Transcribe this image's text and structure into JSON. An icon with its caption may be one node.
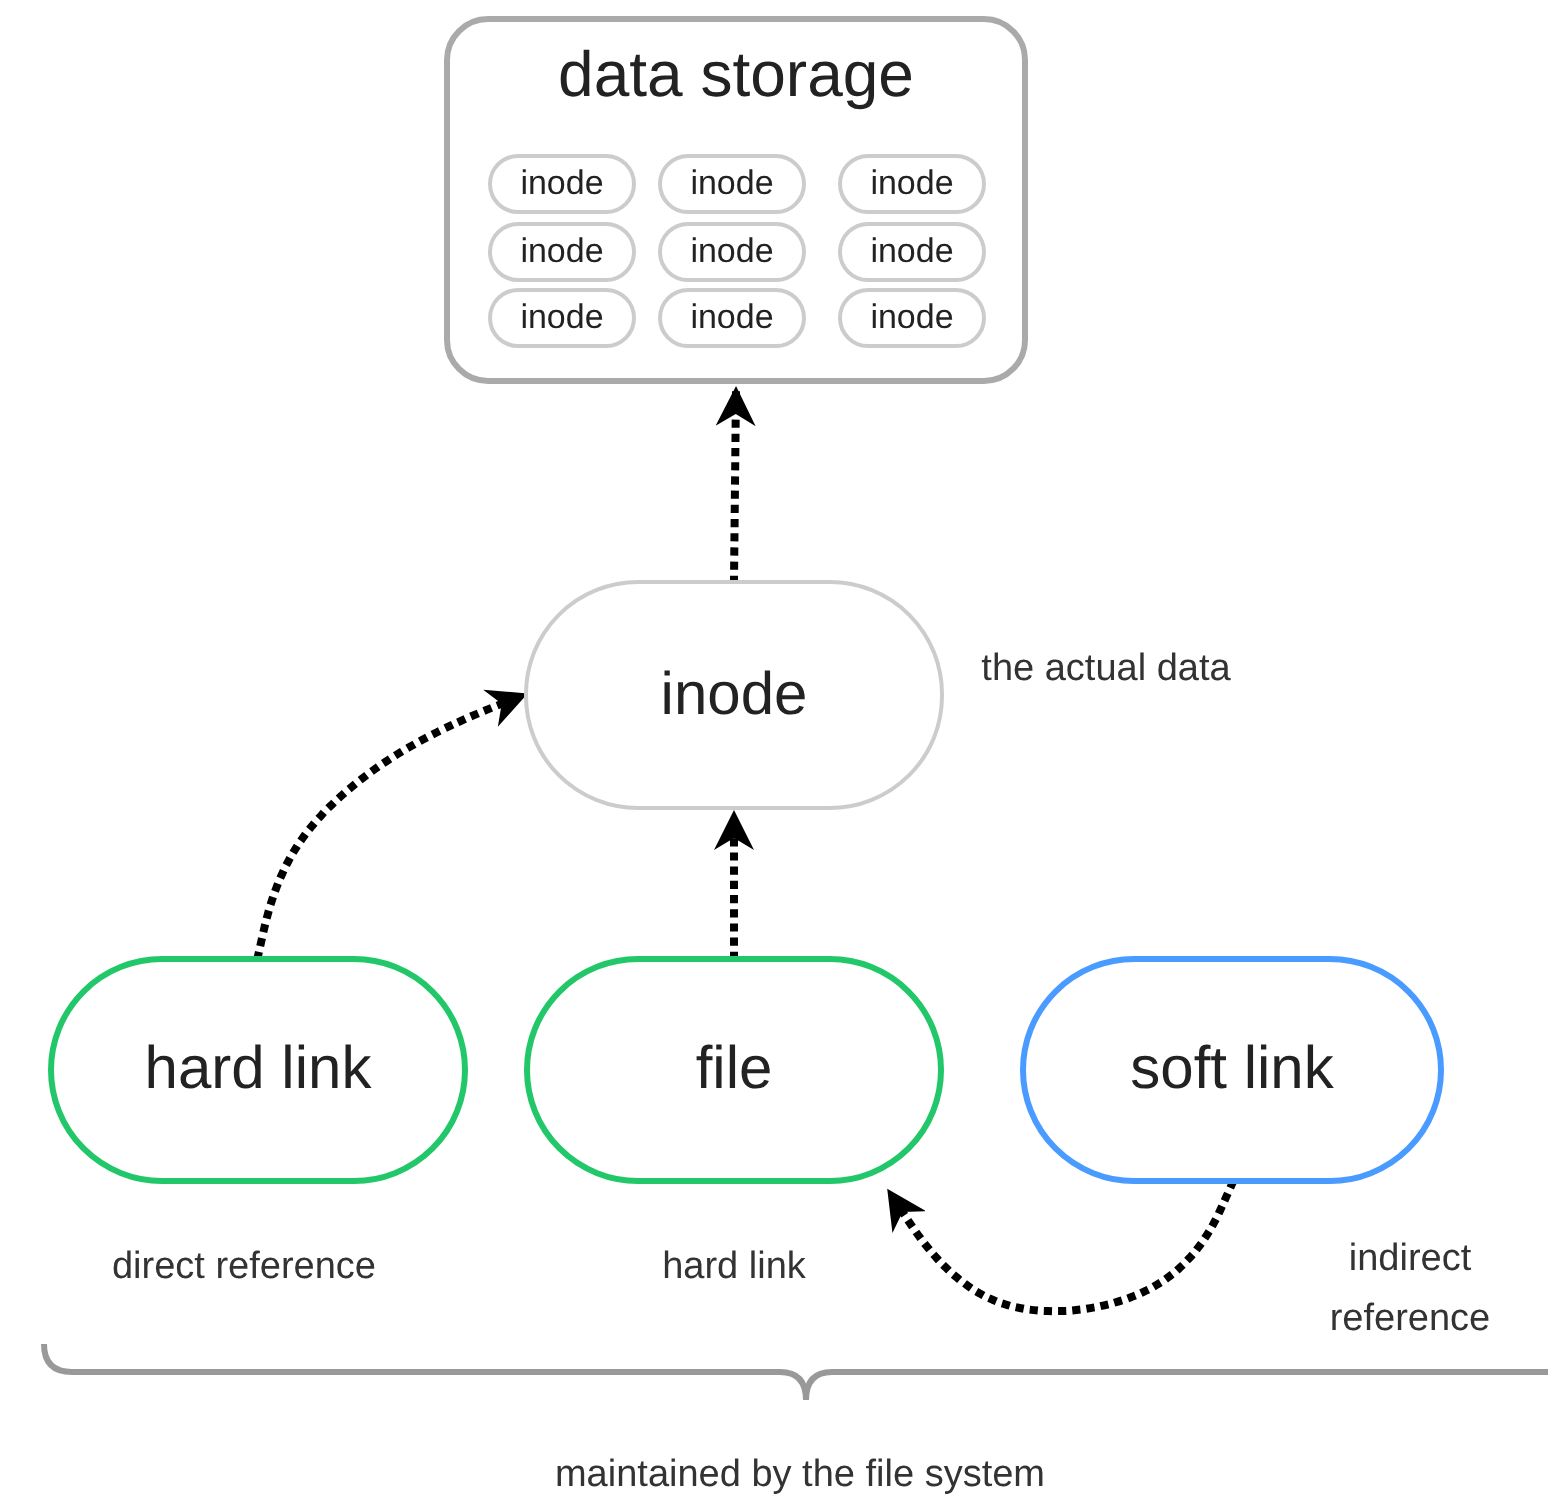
{
  "diagram": {
    "nodes": [
      {
        "text": [
          "data storage"
        ]
      },
      {
        "text": [
          "inode"
        ],
        "in": 0
      },
      {
        "text": [
          "inode"
        ],
        "in": 0
      },
      {
        "text": [
          "inode"
        ],
        "in": 0
      },
      {
        "text": [
          "inode"
        ],
        "in": 0
      },
      {
        "text": [
          "inode"
        ],
        "in": 0
      },
      {
        "text": [
          "inode"
        ],
        "in": 0
      },
      {
        "text": [
          "inode"
        ],
        "in": 0
      },
      {
        "text": [
          "inode"
        ],
        "in": 0
      },
      {
        "text": [
          "inode"
        ],
        "in": 0
      },
      {
        "text": [
          "inode"
        ],
        "beside": [
          "the actual data"
        ]
      },
      {
        "text": [
          "hard link"
        ],
        "beside": [
          "direct reference"
        ]
      },
      {
        "text": [
          "file"
        ],
        "beside": [
          "hard link"
        ]
      },
      {
        "text": [
          "soft link"
        ],
        "beside": [
          "indirect reference"
        ]
      }
    ],
    "edges": [
      {
        "from": 10,
        "to": 0,
        "arrow": "to"
      },
      {
        "from": 11,
        "to": 10,
        "arrow": "to"
      },
      {
        "from": 12,
        "to": 10,
        "arrow": "to"
      },
      {
        "from": 13,
        "to": 12,
        "arrow": "to"
      }
    ],
    "labels": [
      "maintained by the file system"
    ]
  }
}
